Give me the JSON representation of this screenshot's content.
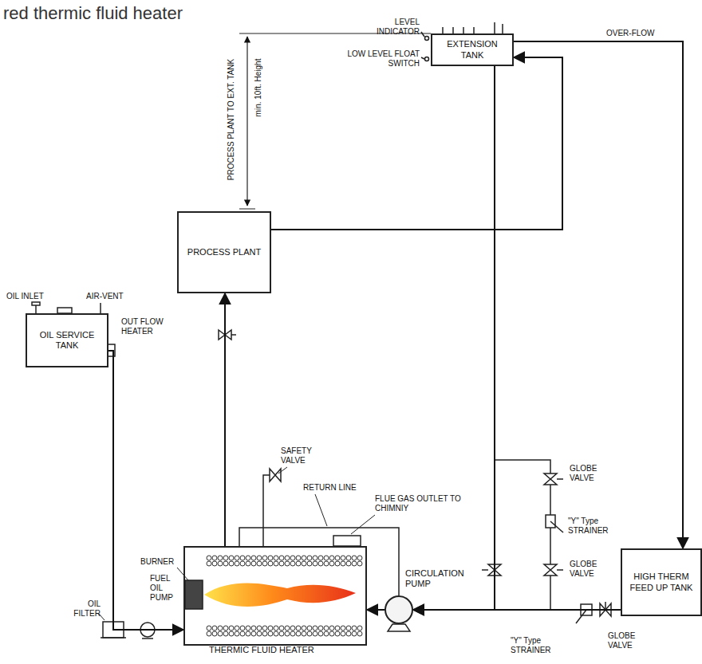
{
  "diagram": {
    "title": "red thermic fluid heater",
    "nodes": [
      {
        "text": [
          "EXTENSION TANK"
        ]
      },
      {
        "text": [
          "PROCESS PLANT"
        ]
      },
      {
        "text": [
          "OIL SERVICE TANK"
        ]
      },
      {
        "text": [
          "THERMIC FLUID HEATER"
        ]
      },
      {
        "text": [
          "CIRCULATION PUMP"
        ]
      },
      {
        "text": [
          "HIGH THERM FEED UP TANK"
        ]
      }
    ],
    "edges": [
      {
        "from": 1,
        "to": 0,
        "arrow": "to"
      },
      {
        "from": 0,
        "to": 5,
        "arrow": "to"
      },
      {
        "from": 0,
        "to": 4,
        "arrow": "to"
      },
      {
        "from": 5,
        "to": 4,
        "arrow": "to"
      },
      {
        "from": 4,
        "to": 3,
        "arrow": "to"
      },
      {
        "from": 3,
        "to": 1,
        "arrow": "to"
      },
      {
        "from": 2,
        "to": 3,
        "arrow": "to"
      }
    ],
    "labels": [
      "LEVEL INDICATOR",
      "LOW LEVEL FLOAT SWITCH",
      "OVER-FLOW",
      "PROCESS PLANT TO EXT. TANK",
      "min. 10ft. Height",
      "OIL INLET",
      "AIR-VENT",
      "OUT FLOW HEATER",
      "SAFETY VALVE",
      "RETURN LINE",
      "FLUE GAS OUTLET TO CHIMNIY",
      "BURNER",
      "FUEL OIL PUMP",
      "OIL FILTER",
      "GLOBE VALVE",
      "\"Y\" Type STRAINER",
      "GLOBE VALVE",
      "\"Y\" Type STRAINER",
      "GLOBE VALVE"
    ]
  }
}
